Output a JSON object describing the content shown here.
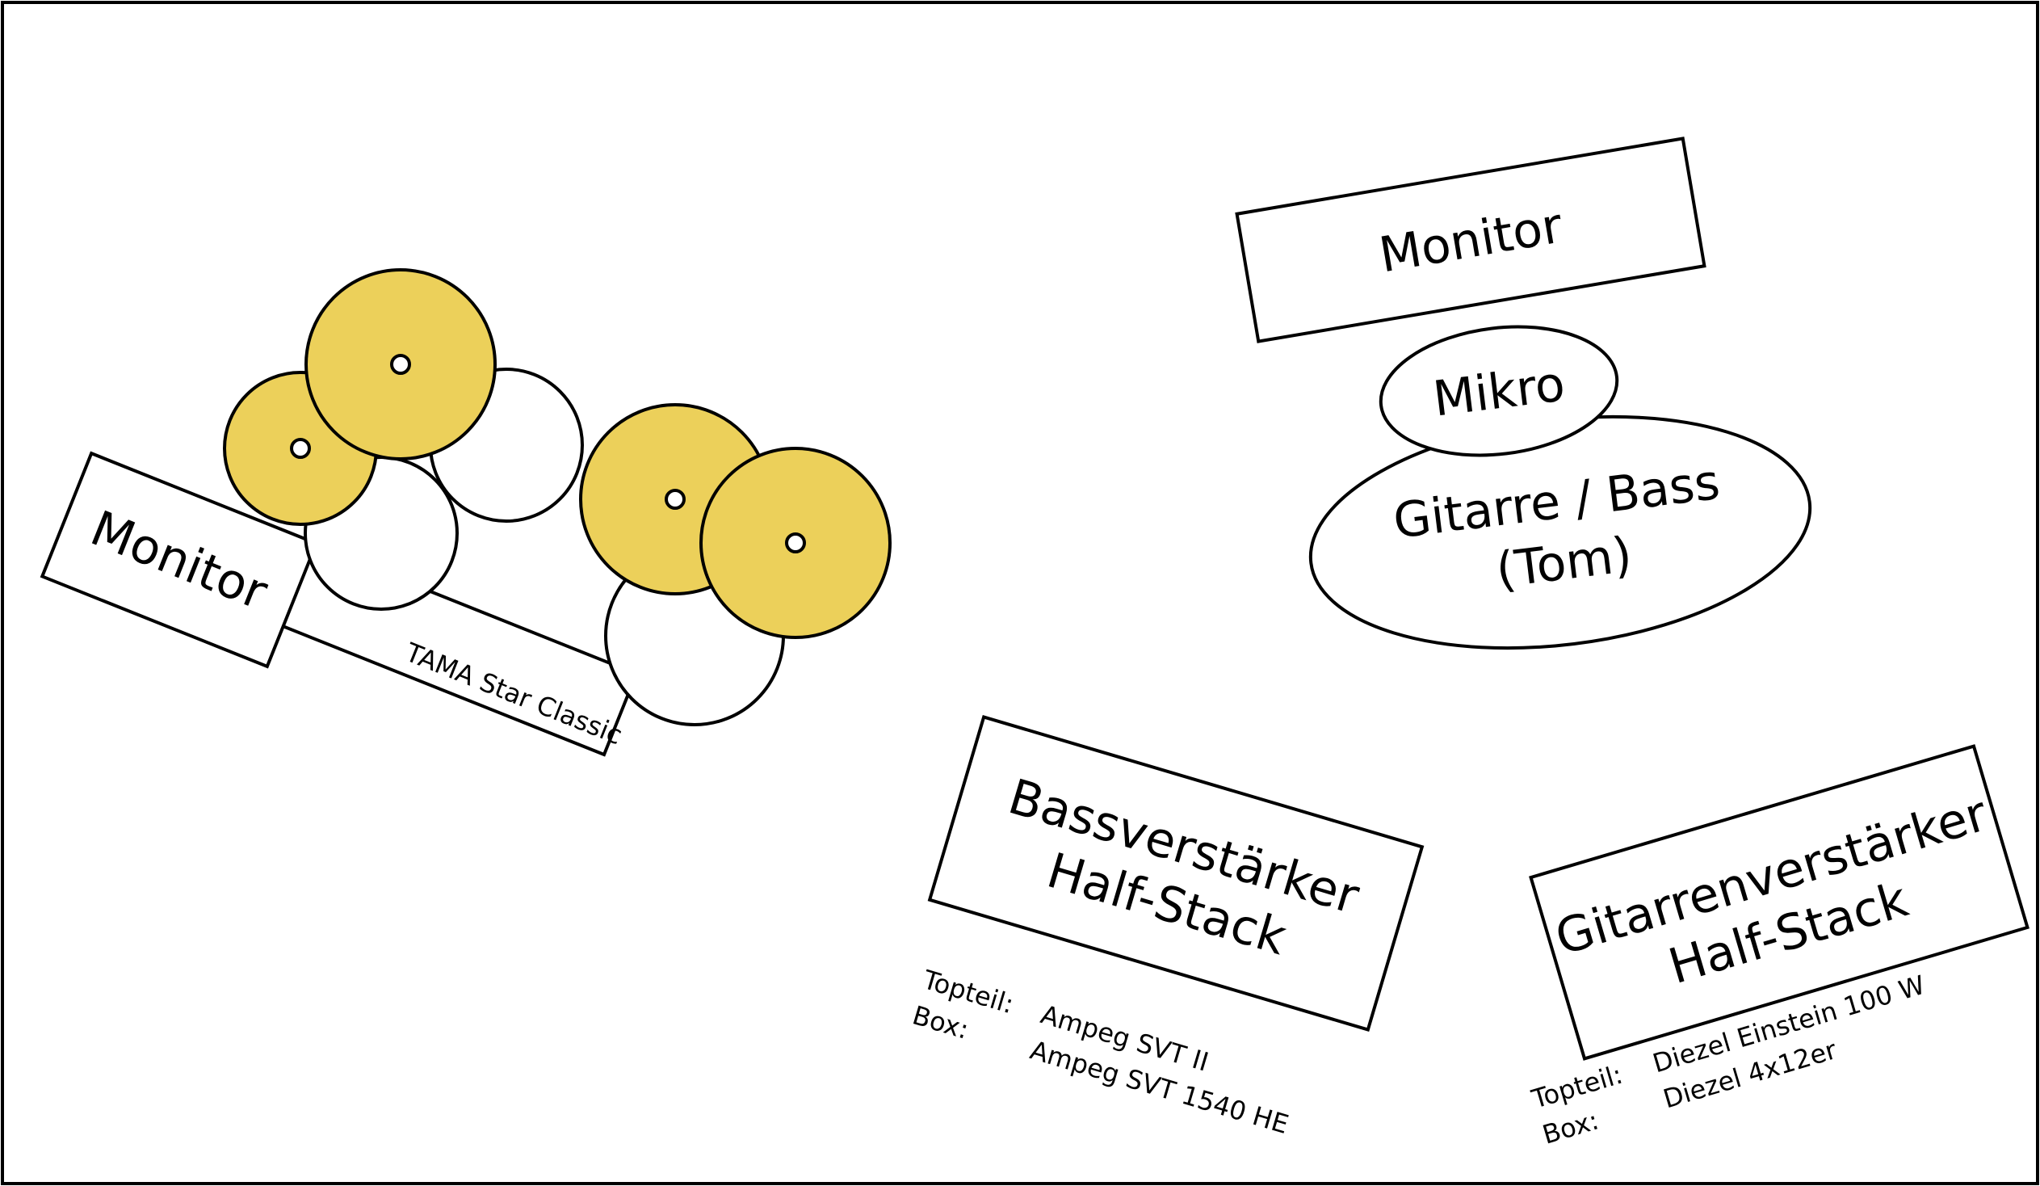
{
  "drums": {
    "monitor_label": "Monitor",
    "kit_label": "TAMA Star Classic"
  },
  "vocal": {
    "monitor_label": "Monitor",
    "mic_label": "Mikro",
    "guitar_bass_line1": "Gitarre / Bass",
    "guitar_bass_line2": "(Tom)"
  },
  "bass_amp": {
    "line1": "Bassverstärker",
    "line2": "Half-Stack",
    "top_key": "Topteil:",
    "top_value": "Ampeg SVT II",
    "box_key": "Box:",
    "box_value": "Ampeg SVT 1540 HE"
  },
  "guitar_amp": {
    "line1": "Gitarrenverstärker",
    "line2": "Half-Stack",
    "top_key": "Topteil:",
    "top_value": "Diezel Einstein 100 W",
    "box_key": "Box:",
    "box_value": "Diezel 4x12er"
  },
  "colors": {
    "cymbal": "#ecd05a",
    "outline": "#000000",
    "background": "#ffffff"
  }
}
